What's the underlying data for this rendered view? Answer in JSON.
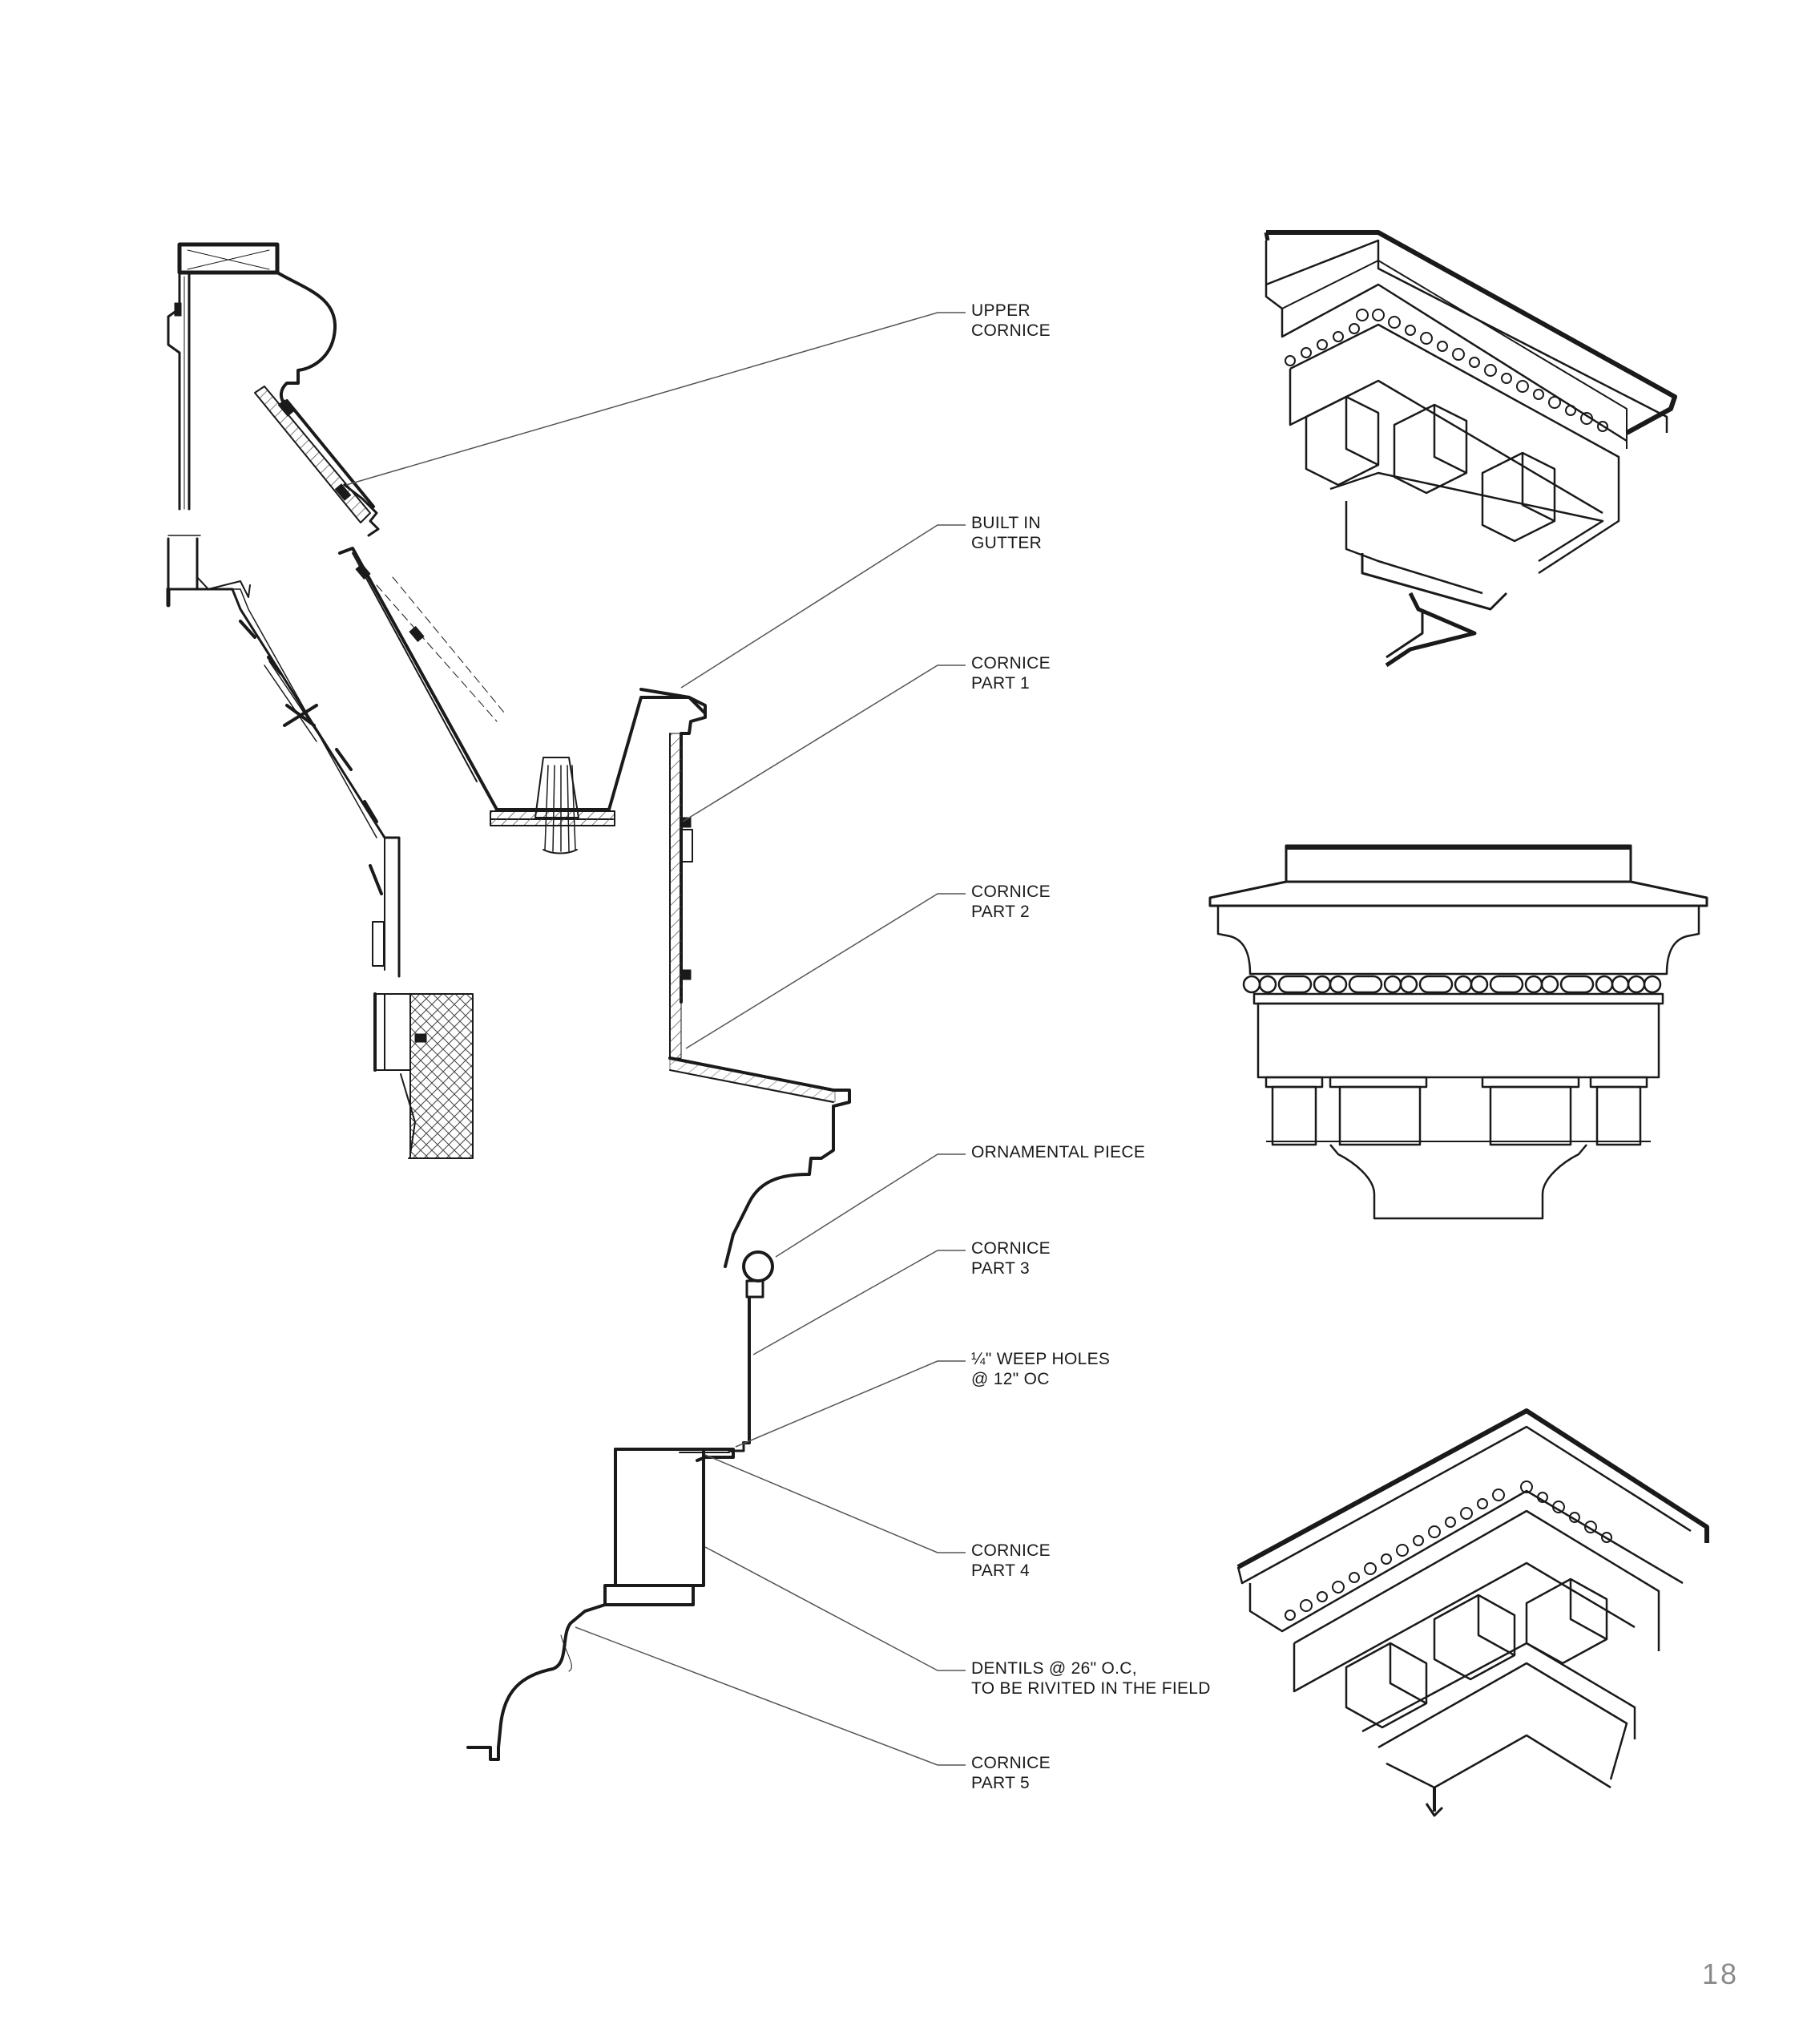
{
  "callouts": [
    {
      "id": "upper-cornice",
      "text": "UPPER\nCORNICE"
    },
    {
      "id": "built-in-gutter",
      "text": "BUILT IN\nGUTTER"
    },
    {
      "id": "cornice-part-1",
      "text": "CORNICE\nPART 1"
    },
    {
      "id": "cornice-part-2",
      "text": "CORNICE\nPART 2"
    },
    {
      "id": "ornamental-piece",
      "text": "ORNAMENTAL PIECE"
    },
    {
      "id": "cornice-part-3",
      "text": "CORNICE\nPART 3"
    },
    {
      "id": "weep-holes",
      "text": "¼\" WEEP HOLES\n@ 12\" OC"
    },
    {
      "id": "cornice-part-4",
      "text": "CORNICE\nPART 4"
    },
    {
      "id": "dentils",
      "text": "DENTILS @ 26\" O.C,\nTO BE RIVITED IN THE FIELD"
    },
    {
      "id": "cornice-part-5",
      "text": "CORNICE\nPART 5"
    }
  ],
  "page_number": "18",
  "colors": {
    "line": "#1a1a1a",
    "leader": "#555555",
    "page_number": "#8a8a8a"
  }
}
